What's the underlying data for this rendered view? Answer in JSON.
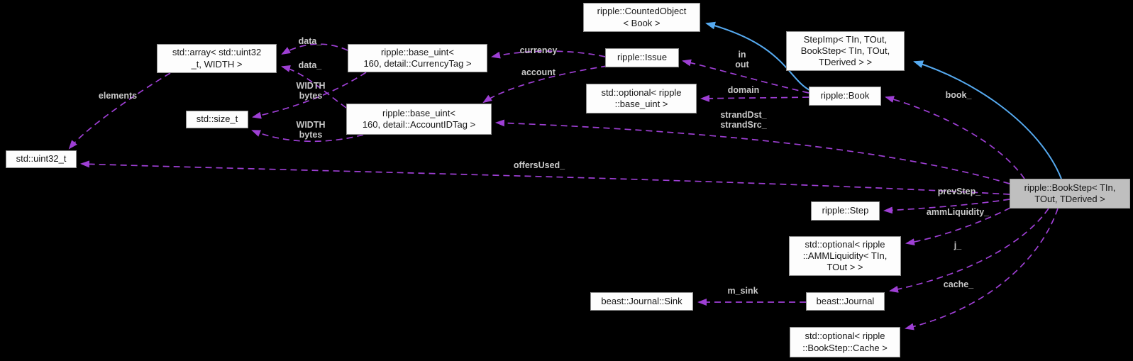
{
  "diagram_type": "doxygen-collaboration-graph",
  "colors": {
    "edge_usage_dashed": "#9e3fd4",
    "edge_inheritance_solid": "#56aaf0",
    "node_fill": "#fdfdfd",
    "node_border": "#8f8f8f",
    "main_node_fill": "#bfbfbf",
    "edge_label_text": "#c9c9c9",
    "background": "#000000"
  },
  "nodes": {
    "uint32_t": "std::uint32_t",
    "size_t": "std::size_t",
    "array": "std::array< std::uint32\n_t, WIDTH >",
    "base_uint_currency": "ripple::base_uint<\n160, detail::CurrencyTag >",
    "base_uint_account": "ripple::base_uint<\n160, detail::AccountIDTag >",
    "counted_object": "ripple::CountedObject\n< Book >",
    "issue": "ripple::Issue",
    "optional_base_uint": "std::optional< ripple\n::base_uint >",
    "step_imp": "StepImp< TIn, TOut,\nBookStep< TIn, TOut,\nTDerived > >",
    "book": "ripple::Book",
    "main": "ripple::BookStep< TIn,\nTOut, TDerived >",
    "step": "ripple::Step",
    "optional_amm": "std::optional< ripple\n::AMMLiquidity< TIn,\nTOut > >",
    "sink": "beast::Journal::Sink",
    "journal": "beast::Journal",
    "optional_cache": "std::optional< ripple\n::BookStep::Cache >"
  },
  "edge_labels": {
    "data_top": "data_",
    "data_bottom": "data_",
    "width_bytes_top": "WIDTH\nbytes",
    "width_bytes_bottom": "WIDTH\nbytes",
    "elements": "elements",
    "currency": "currency",
    "account": "account",
    "in_out": "in\nout",
    "domain": "domain",
    "strand": "strandDst_\nstrandSrc_",
    "book_": "book_",
    "offers_used": "offersUsed_",
    "prev_step": "prevStep_",
    "amm_liquidity": "ammLiquidity_",
    "j_": "j_",
    "cache_": "cache_",
    "m_sink": "m_sink"
  }
}
